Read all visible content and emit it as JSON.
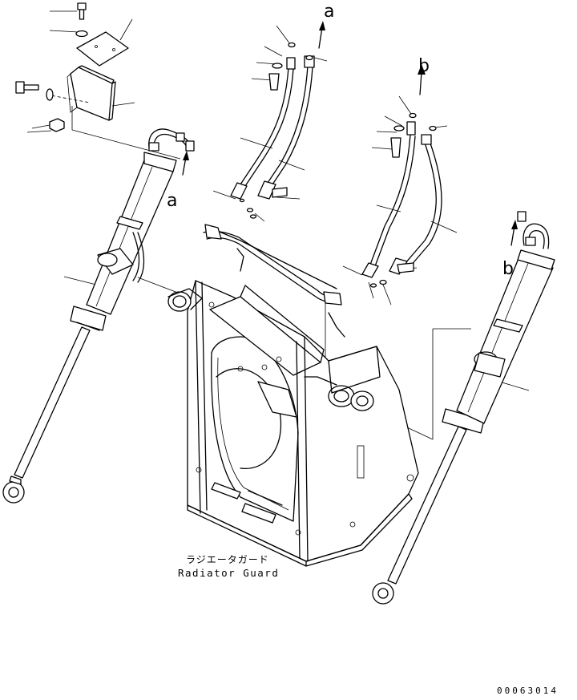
{
  "labels": {
    "arrow_a_top": "a",
    "arrow_b_top": "b",
    "arrow_a_left": "a",
    "arrow_b_right": "b",
    "part_name_jp": "ラジエータガード",
    "part_name_en": "Radiator Guard",
    "drawing_number": "00063014"
  }
}
